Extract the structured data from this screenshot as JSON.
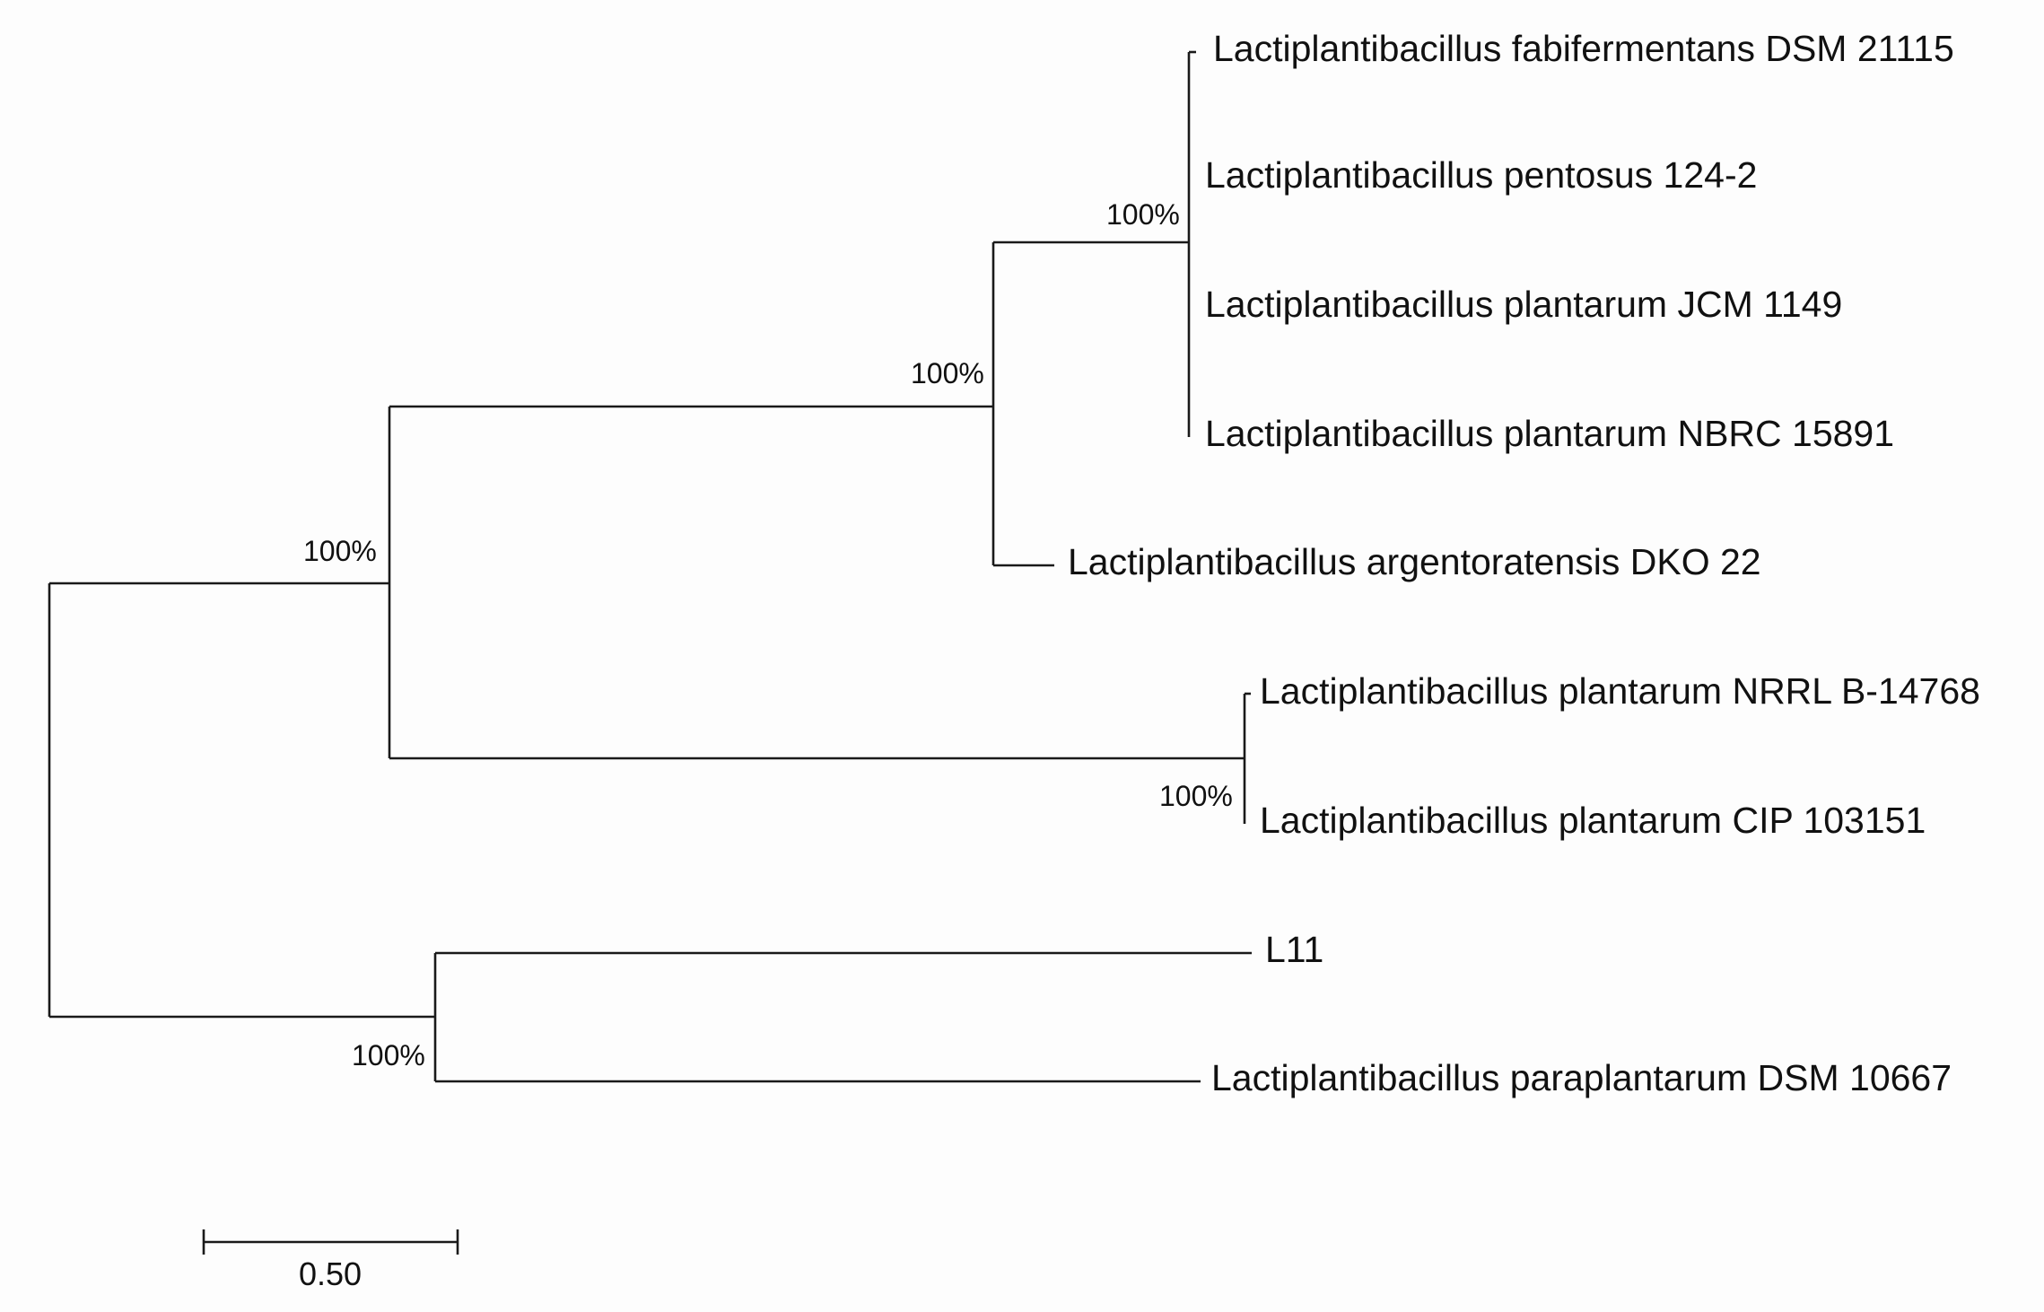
{
  "tree": {
    "colors": {
      "branch": "#1a1a1a",
      "text": "#111111",
      "background": "#fdfdfd"
    },
    "taxa": [
      "Lactiplantibacillus fabifermentans DSM 21115",
      "Lactiplantibacillus pentosus 124-2",
      "Lactiplantibacillus plantarum JCM 1149",
      "Lactiplantibacillus plantarum NBRC 15891",
      "Lactiplantibacillus argentoratensis DKO 22",
      "Lactiplantibacillus plantarum NRRL B-14768",
      "Lactiplantibacillus plantarum CIP 103151",
      "L11",
      "Lactiplantibacillus paraplantarum DSM 10667"
    ],
    "bootstrap": {
      "node_plantarum_group": "100%",
      "node_with_argentoratensis": "100%",
      "node_plantarum_clade": "100%",
      "node_nrrl_cip": "100%",
      "node_l11_paraplantarum": "100%"
    },
    "scale_bar": {
      "label": "0.50"
    }
  }
}
